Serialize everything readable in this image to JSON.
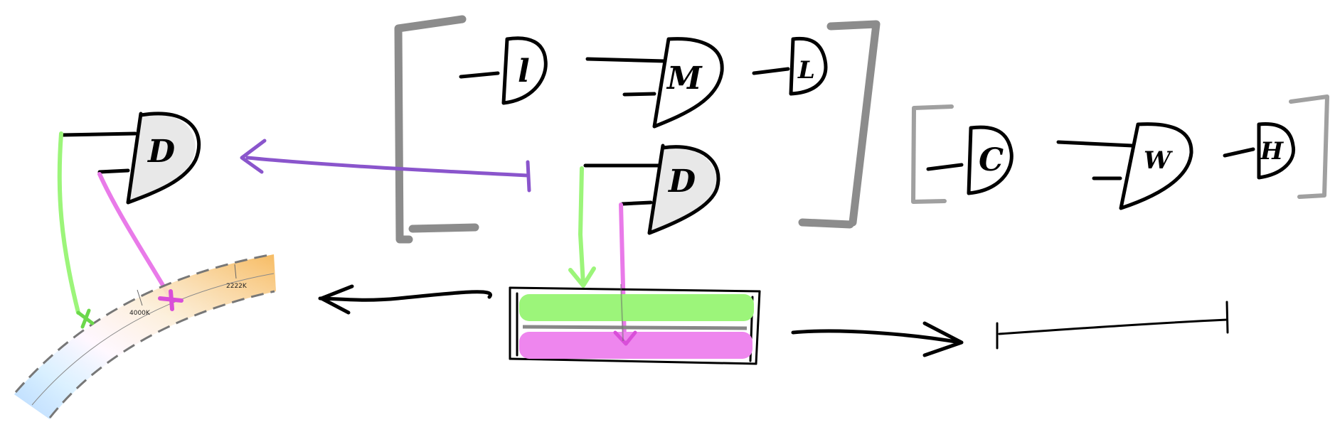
{
  "gates": {
    "left_d": "D",
    "top_l": "l",
    "top_m": "M",
    "top_l2": "L",
    "mid_d": "D",
    "right_c": "C",
    "right_w": "W",
    "right_h": "H"
  },
  "gradient_strip": {
    "tick_1": "4000K",
    "tick_2": "2222K"
  },
  "colors": {
    "ink": "#000000",
    "bracket": "#8c8c8c",
    "bracket_light": "#a0a0a0",
    "purple_arrow": "#8a55cc",
    "green": "#9cf57a",
    "magenta": "#e97ae9",
    "gate_fill": "#e8e8e8"
  }
}
